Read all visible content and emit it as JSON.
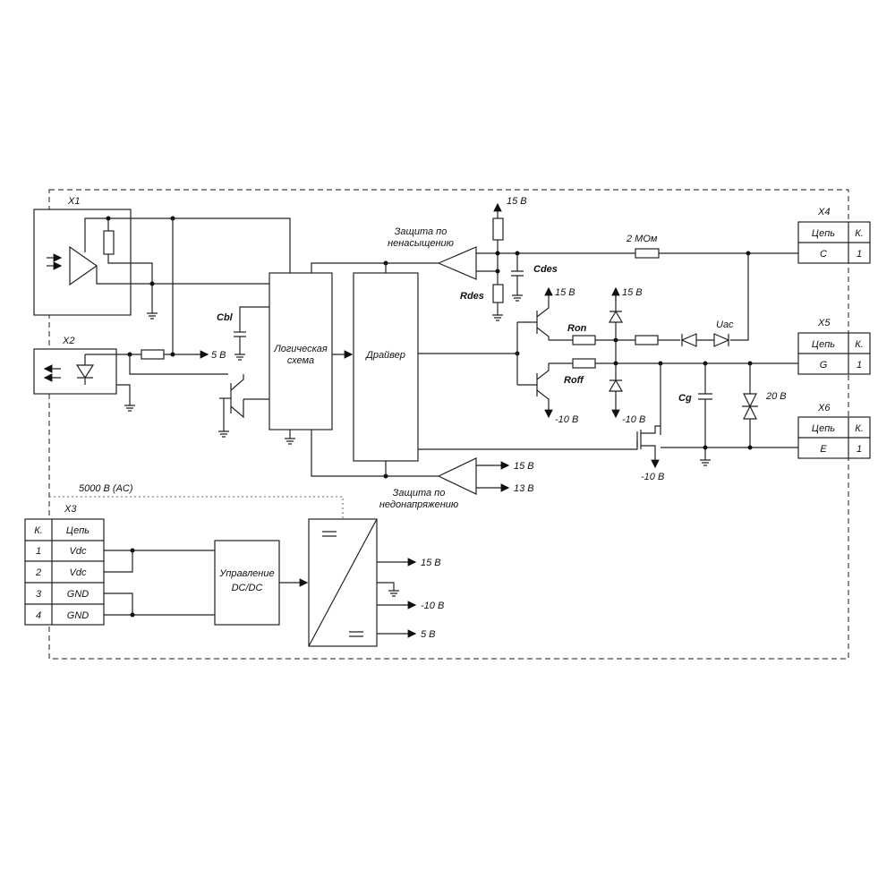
{
  "labels": {
    "x1": "X1",
    "x2": "X2",
    "x3": "X3",
    "x4": "X4",
    "x5": "X5",
    "x6": "X6",
    "v15_top": "15 В",
    "v15_q1": "15 В",
    "v15_d": "15 В",
    "vneg10_q2": "-10 В",
    "vneg10_d": "-10 В",
    "vneg10_mos": "-10 В",
    "v5": "5 В",
    "desat_line1": "Защита по",
    "desat_line2": "ненасыщению",
    "uv_line1": "Защита по",
    "uv_line2": "недонапряжению",
    "uv_15": "15 В",
    "uv_13": "13 В",
    "rdes": "Rdes",
    "cdes": "Cdes",
    "cbl": "Cbl",
    "ron": "Ron",
    "roff": "Roff",
    "r2m": "2 МОм",
    "uac": "Uac",
    "cg": "Cg",
    "z20": "20 В",
    "logic_line1": "Логическая",
    "logic_line2": "схема",
    "driver": "Драйвер",
    "iso_rating": "5000 В (AC)",
    "dcdc_line1": "Управление",
    "dcdc_line2": "DC/DC",
    "out15": "15 В",
    "outneg10": "-10 В",
    "out5": "5 В"
  },
  "x4_table": {
    "col1": "Цепь",
    "col2": "К.",
    "signal": "C",
    "pin": "1"
  },
  "x5_table": {
    "col1": "Цепь",
    "col2": "К.",
    "signal": "G",
    "pin": "1"
  },
  "x6_table": {
    "col1": "Цепь",
    "col2": "К.",
    "signal": "E",
    "pin": "1"
  },
  "x3_table": {
    "col1": "К.",
    "col2": "Цепь",
    "rows": [
      {
        "pin": "1",
        "net": "Vdc"
      },
      {
        "pin": "2",
        "net": "Vdc"
      },
      {
        "pin": "3",
        "net": "GND"
      },
      {
        "pin": "4",
        "net": "GND"
      }
    ]
  }
}
